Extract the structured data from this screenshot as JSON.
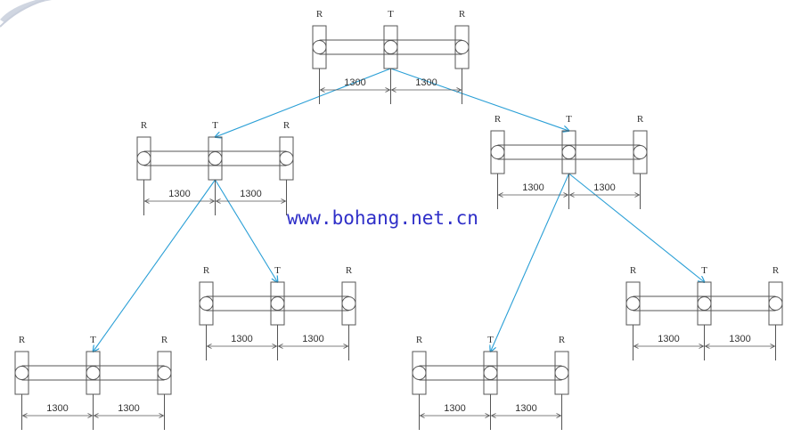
{
  "diagram": {
    "colors": {
      "line": "#555555",
      "arrow": "#2a9fd6",
      "watermark": "#2f2fc8",
      "corner_swoosh": "#aab4c8"
    },
    "units": [
      {
        "id": "u0",
        "labels": {
          "left": "R",
          "center": "T",
          "right": "R"
        },
        "dim_left": "1300",
        "dim_right": "1300"
      },
      {
        "id": "u1",
        "labels": {
          "left": "R",
          "center": "T",
          "right": "R"
        },
        "dim_left": "1300",
        "dim_right": "1300"
      },
      {
        "id": "u2",
        "labels": {
          "left": "R",
          "center": "T",
          "right": "R"
        },
        "dim_left": "1300",
        "dim_right": "1300"
      },
      {
        "id": "u3",
        "labels": {
          "left": "R",
          "center": "T",
          "right": "R"
        },
        "dim_left": "1300",
        "dim_right": "1300"
      },
      {
        "id": "u4",
        "labels": {
          "left": "R",
          "center": "T",
          "right": "R"
        },
        "dim_left": "1300",
        "dim_right": "1300"
      },
      {
        "id": "u5",
        "labels": {
          "left": "R",
          "center": "T",
          "right": "R"
        },
        "dim_left": "1300",
        "dim_right": "1300"
      },
      {
        "id": "u6",
        "labels": {
          "left": "R",
          "center": "T",
          "right": "R"
        },
        "dim_left": "1300",
        "dim_right": "1300"
      }
    ],
    "edges": [
      {
        "from": "u0",
        "to": "u1"
      },
      {
        "from": "u0",
        "to": "u2"
      },
      {
        "from": "u1",
        "to": "u3"
      },
      {
        "from": "u1",
        "to": "u4"
      },
      {
        "from": "u2",
        "to": "u5"
      },
      {
        "from": "u2",
        "to": "u6"
      }
    ],
    "watermark": "www.bohang.net.cn"
  }
}
